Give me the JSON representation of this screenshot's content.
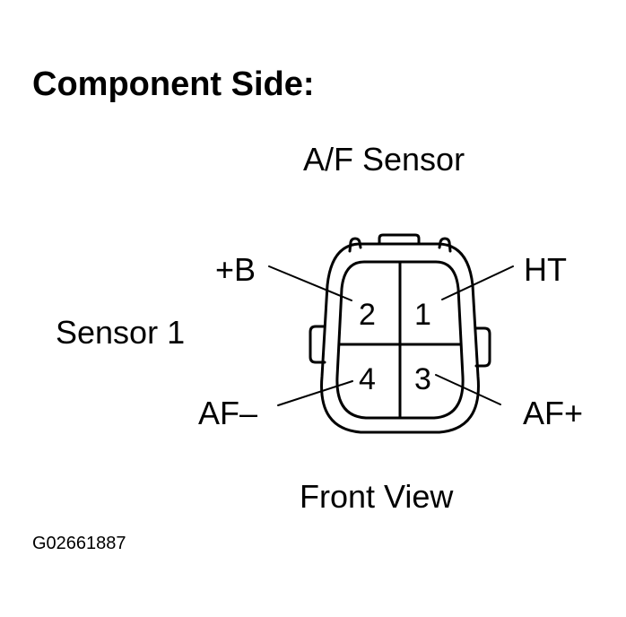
{
  "heading": "Component Side:",
  "component_name": "A/F Sensor",
  "location_label": "Sensor 1",
  "view_label": "Front View",
  "figure_code": "G02661887",
  "pins": {
    "p1": {
      "number": "1",
      "signal": "HT"
    },
    "p2": {
      "number": "2",
      "signal": "+B"
    },
    "p3": {
      "number": "3",
      "signal": "AF+"
    },
    "p4": {
      "number": "4",
      "signal": "AF–"
    }
  },
  "colors": {
    "ink": "#000000",
    "background": "#ffffff"
  }
}
